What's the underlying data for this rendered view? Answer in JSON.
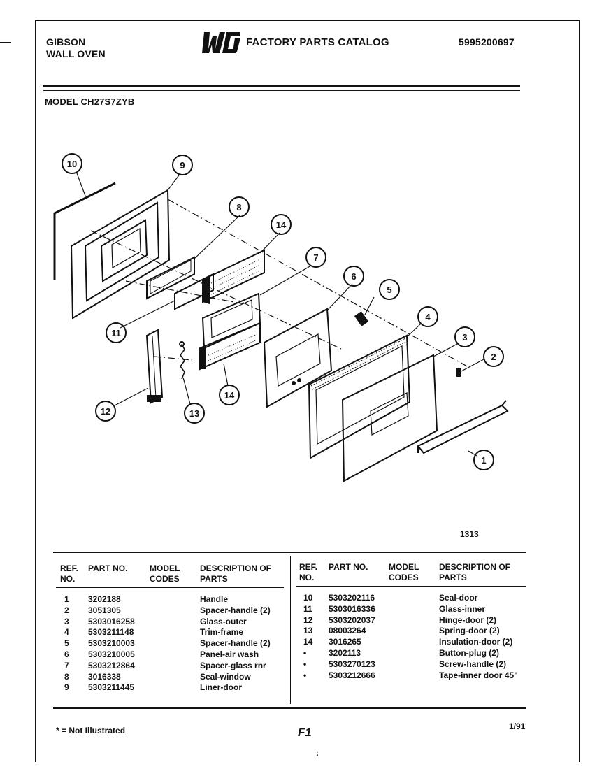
{
  "header": {
    "brand_line1": "GIBSON",
    "brand_line2": "WALL OVEN",
    "catalog_title": "FACTORY PARTS CATALOG",
    "catalog_number": "5995200697",
    "model": "MODEL CH27S7ZYB"
  },
  "logo": {
    "text": "WCI",
    "icon": "wci-logo"
  },
  "diagram": {
    "callouts": [
      "1",
      "2",
      "3",
      "4",
      "5",
      "6",
      "7",
      "8",
      "9",
      "10",
      "11",
      "12",
      "13",
      "14",
      "14"
    ],
    "figure_code": "1313"
  },
  "parts_table": {
    "headers": {
      "ref": "REF. NO.",
      "part": "PART NO.",
      "model": "MODEL CODES",
      "desc": "DESCRIPTION OF PARTS"
    },
    "left_rows": [
      {
        "ref": "1",
        "part": "3202188",
        "desc": "Handle"
      },
      {
        "ref": "2",
        "part": "3051305",
        "desc": "Spacer-handle (2)"
      },
      {
        "ref": "3",
        "part": "5303016258",
        "desc": "Glass-outer"
      },
      {
        "ref": "4",
        "part": "5303211148",
        "desc": "Trim-frame"
      },
      {
        "ref": "5",
        "part": "5303210003",
        "desc": "Spacer-handle (2)"
      },
      {
        "ref": "6",
        "part": "5303210005",
        "desc": "Panel-air wash"
      },
      {
        "ref": "7",
        "part": "5303212864",
        "desc": "Spacer-glass rnr"
      },
      {
        "ref": "8",
        "part": "3016338",
        "desc": "Seal-window"
      },
      {
        "ref": "9",
        "part": "5303211445",
        "desc": "Liner-door"
      }
    ],
    "right_rows": [
      {
        "ref": "10",
        "part": "5303202116",
        "desc": "Seal-door"
      },
      {
        "ref": "11",
        "part": "5303016336",
        "desc": "Glass-inner"
      },
      {
        "ref": "12",
        "part": "5303202037",
        "desc": "Hinge-door (2)"
      },
      {
        "ref": "13",
        "part": "08003264",
        "desc": "Spring-door (2)"
      },
      {
        "ref": "14",
        "part": "3016265",
        "desc": "Insulation-door (2)"
      },
      {
        "ref": "•",
        "part": "3202113",
        "desc": "Button-plug (2)"
      },
      {
        "ref": "•",
        "part": "5303270123",
        "desc": "Screw-handle (2)"
      },
      {
        "ref": "•",
        "part": "5303212666",
        "desc": "Tape-inner door 45\""
      }
    ]
  },
  "footer": {
    "footnote": "* = Not Illustrated",
    "page_code": "F1",
    "date": "1/91"
  }
}
